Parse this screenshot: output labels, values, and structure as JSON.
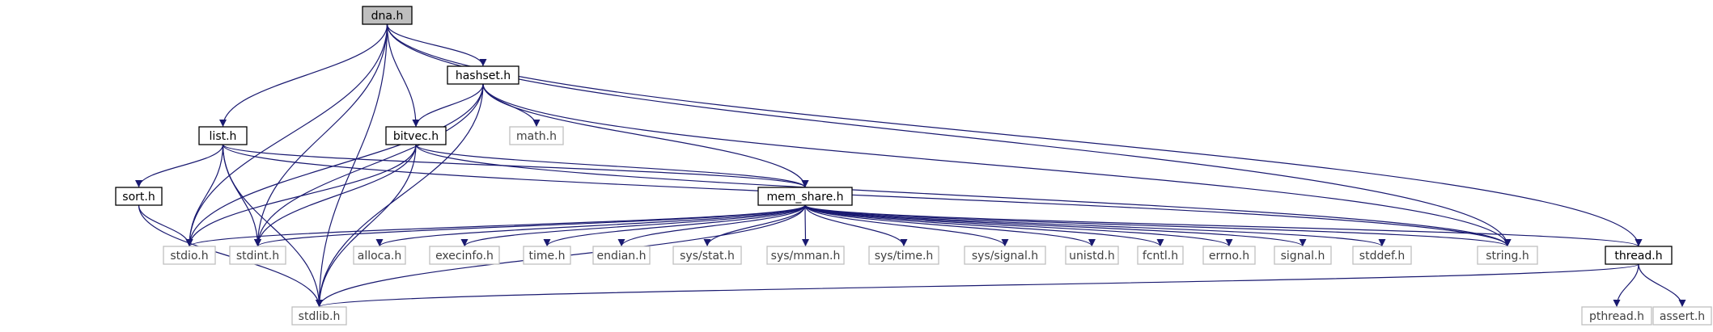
{
  "diagram": {
    "colors": {
      "edge": "#191970",
      "root_fill": "#bfbfbf",
      "local_border": "#000000",
      "system_border": "#bfbfbf"
    },
    "nodes": {
      "dna": {
        "label": "dna.h",
        "kind": "root"
      },
      "hashset": {
        "label": "hashset.h",
        "kind": "local"
      },
      "list": {
        "label": "list.h",
        "kind": "local"
      },
      "bitvec": {
        "label": "bitvec.h",
        "kind": "local"
      },
      "math": {
        "label": "math.h",
        "kind": "system"
      },
      "sort": {
        "label": "sort.h",
        "kind": "local"
      },
      "mem_share": {
        "label": "mem_share.h",
        "kind": "local"
      },
      "stdio": {
        "label": "stdio.h",
        "kind": "system"
      },
      "stdint": {
        "label": "stdint.h",
        "kind": "system"
      },
      "alloca": {
        "label": "alloca.h",
        "kind": "system"
      },
      "execinfo": {
        "label": "execinfo.h",
        "kind": "system"
      },
      "time": {
        "label": "time.h",
        "kind": "system"
      },
      "endian": {
        "label": "endian.h",
        "kind": "system"
      },
      "sys_stat": {
        "label": "sys/stat.h",
        "kind": "system"
      },
      "sys_mman": {
        "label": "sys/mman.h",
        "kind": "system"
      },
      "sys_time": {
        "label": "sys/time.h",
        "kind": "system"
      },
      "sys_signal": {
        "label": "sys/signal.h",
        "kind": "system"
      },
      "unistd": {
        "label": "unistd.h",
        "kind": "system"
      },
      "fcntl": {
        "label": "fcntl.h",
        "kind": "system"
      },
      "errno": {
        "label": "errno.h",
        "kind": "system"
      },
      "signal": {
        "label": "signal.h",
        "kind": "system"
      },
      "stddef": {
        "label": "stddef.h",
        "kind": "system"
      },
      "string": {
        "label": "string.h",
        "kind": "system"
      },
      "thread": {
        "label": "thread.h",
        "kind": "local"
      },
      "stdlib": {
        "label": "stdlib.h",
        "kind": "system"
      },
      "pthread": {
        "label": "pthread.h",
        "kind": "system"
      },
      "assert": {
        "label": "assert.h",
        "kind": "system"
      }
    },
    "edges": [
      [
        "dna",
        "hashset"
      ],
      [
        "dna",
        "list"
      ],
      [
        "dna",
        "bitvec"
      ],
      [
        "dna",
        "stdio"
      ],
      [
        "dna",
        "stdint"
      ],
      [
        "dna",
        "stdlib"
      ],
      [
        "dna",
        "string"
      ],
      [
        "dna",
        "thread"
      ],
      [
        "hashset",
        "bitvec"
      ],
      [
        "hashset",
        "math"
      ],
      [
        "hashset",
        "mem_share"
      ],
      [
        "hashset",
        "stdio"
      ],
      [
        "hashset",
        "stdlib"
      ],
      [
        "hashset",
        "string"
      ],
      [
        "hashset",
        "stdint"
      ],
      [
        "list",
        "sort"
      ],
      [
        "list",
        "stdio"
      ],
      [
        "list",
        "stdint"
      ],
      [
        "list",
        "mem_share"
      ],
      [
        "list",
        "string"
      ],
      [
        "list",
        "stdlib"
      ],
      [
        "bitvec",
        "mem_share"
      ],
      [
        "bitvec",
        "stdio"
      ],
      [
        "bitvec",
        "stdint"
      ],
      [
        "bitvec",
        "stdlib"
      ],
      [
        "bitvec",
        "string"
      ],
      [
        "sort",
        "stdio"
      ],
      [
        "sort",
        "stdlib"
      ],
      [
        "mem_share",
        "stdio"
      ],
      [
        "mem_share",
        "stdint"
      ],
      [
        "mem_share",
        "alloca"
      ],
      [
        "mem_share",
        "execinfo"
      ],
      [
        "mem_share",
        "time"
      ],
      [
        "mem_share",
        "endian"
      ],
      [
        "mem_share",
        "sys_stat"
      ],
      [
        "mem_share",
        "sys_mman"
      ],
      [
        "mem_share",
        "sys_time"
      ],
      [
        "mem_share",
        "sys_signal"
      ],
      [
        "mem_share",
        "unistd"
      ],
      [
        "mem_share",
        "fcntl"
      ],
      [
        "mem_share",
        "errno"
      ],
      [
        "mem_share",
        "signal"
      ],
      [
        "mem_share",
        "stddef"
      ],
      [
        "mem_share",
        "string"
      ],
      [
        "mem_share",
        "thread"
      ],
      [
        "mem_share",
        "stdlib"
      ],
      [
        "thread",
        "stdlib"
      ],
      [
        "thread",
        "pthread"
      ],
      [
        "thread",
        "assert"
      ]
    ]
  }
}
